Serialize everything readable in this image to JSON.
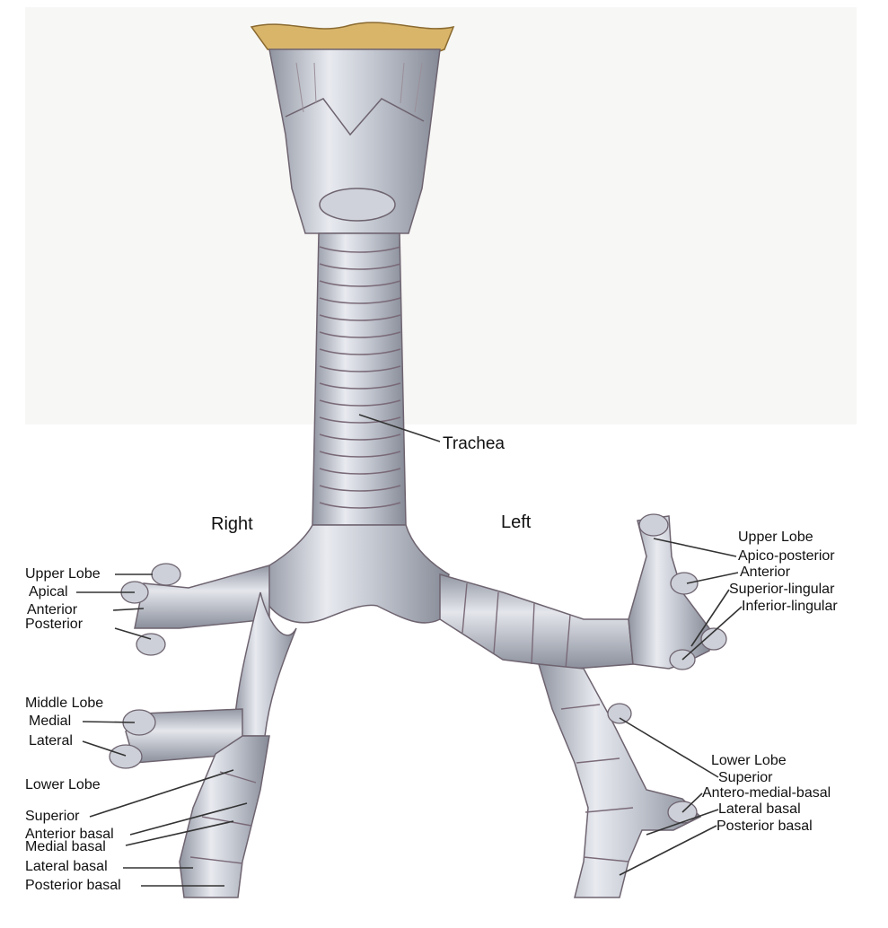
{
  "diagram": {
    "trachea_label": "Trachea",
    "side_right": "Right",
    "side_left": "Left",
    "right_upper": {
      "title": "Upper Lobe",
      "items": [
        "Apical",
        "Anterior",
        "Posterior"
      ]
    },
    "right_middle": {
      "title": "Middle Lobe",
      "items": [
        "Medial",
        "Lateral"
      ]
    },
    "right_lower": {
      "title": "Lower Lobe",
      "items": [
        "Superior",
        "Anterior basal",
        "Medial basal",
        "Lateral basal",
        "Posterior basal"
      ]
    },
    "left_upper": {
      "title": "Upper Lobe",
      "items": [
        "Apico-posterior",
        "Anterior",
        "Superior-lingular",
        "Inferior-lingular"
      ]
    },
    "left_lower": {
      "title": "Lower Lobe",
      "items": [
        "Superior",
        "Antero-medial-basal",
        "Lateral basal",
        "Posterior basal"
      ]
    },
    "colors": {
      "airway_fill": "#b9bdc6",
      "airway_highlight": "#e6e8ee",
      "ring_line": "#7a6a78",
      "cartilage_gold": "#d9b56a",
      "background_tint": "#f7f7f5"
    }
  }
}
